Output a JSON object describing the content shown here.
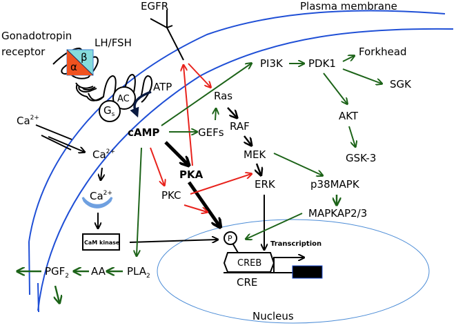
{
  "title": "Gonadotropin / cAMP / MAPK signaling pathway to CREB",
  "colors": {
    "membrane": "#1f4fd6",
    "nucleus": "#4a8bd6",
    "activation_black": "#000000",
    "pka_pathway_red": "#e8221c",
    "other_pathway_green": "#1c6318",
    "alpha_subunit": "#f0521f",
    "beta_subunit": "#86dcdc",
    "calmodulin": "#6fa0e0"
  },
  "labels": {
    "plasma_membrane": "Plasma membrane",
    "egfr": "EGFR",
    "gonadotropin_receptor_line1": "Gonadotropin",
    "gonadotropin_receptor_line2": "receptor",
    "lh_fsh": "LH/FSH",
    "alpha": "α",
    "beta": "β",
    "ac": "AC",
    "gs_main": "G",
    "gs_sub": "s",
    "atp": "ATP",
    "camp": "cAMP",
    "ca_outside": "Ca",
    "ca_outside_sup": "2+",
    "ca_inside": "Ca",
    "ca_inside_sup": "2+",
    "ca_bound": "Ca",
    "ca_bound_sup": "2+",
    "cam_kinase": "CaM kinase",
    "pla2_main": "PLA",
    "pla2_sub": "2",
    "aa": "AA",
    "pgf2_main": "PGF",
    "pgf2_sub": "2",
    "pkc": "PKC",
    "pka": "PKA",
    "gefs": "GEFs",
    "ras": "Ras",
    "raf": "RAF",
    "mek": "MEK",
    "erk": "ERK",
    "pi3k": "PI3K",
    "pdk1": "PDK1",
    "forkhead": "Forkhead",
    "sgk": "SGK",
    "akt": "AKT",
    "gsk3": "GSK-3",
    "p38mapk": "p38MAPK",
    "mapkap": "MAPKAP2/3",
    "phospho": "P",
    "creb": "CREB",
    "cre": "CRE",
    "transcription": "Transcription",
    "nucleus": "Nucleus"
  }
}
